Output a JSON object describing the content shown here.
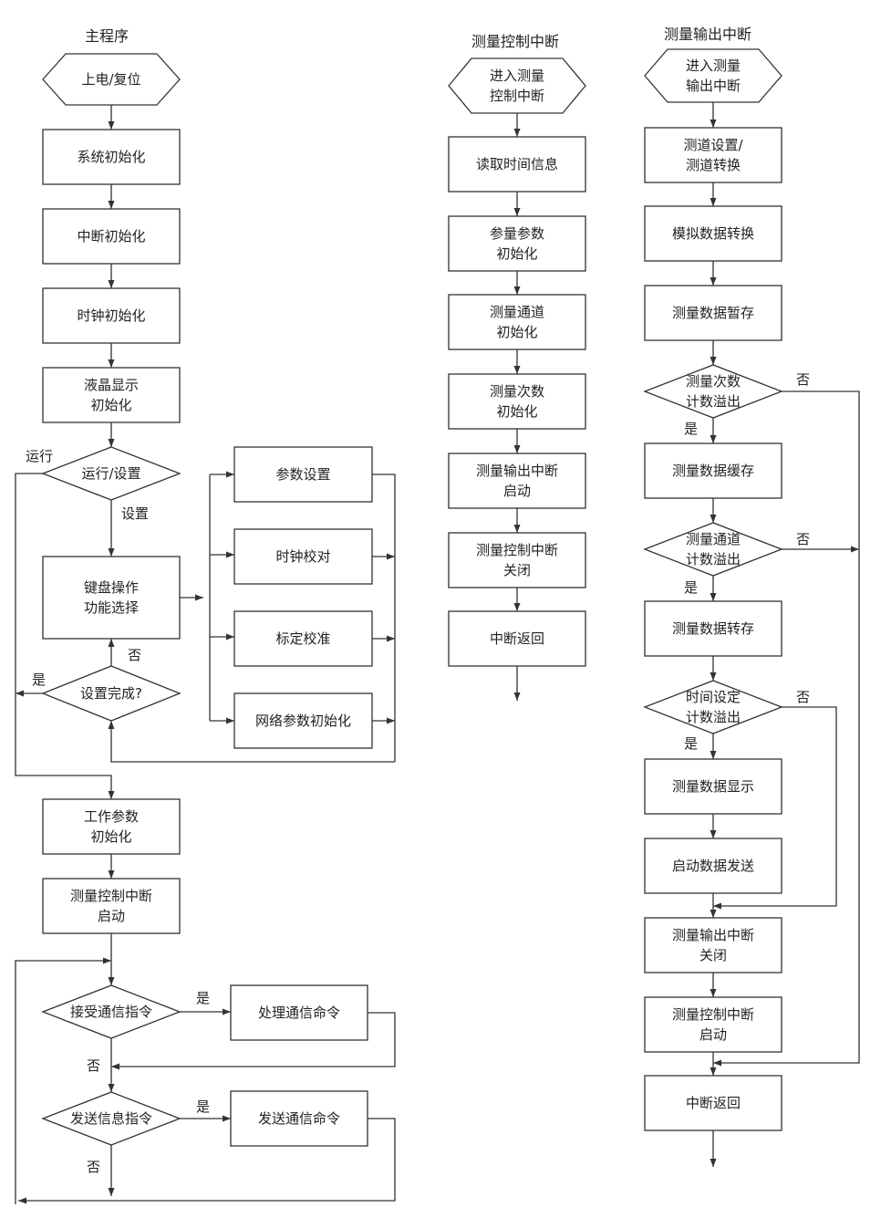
{
  "titles": {
    "main": "主程序",
    "ctrl": "测量控制中断",
    "out": "测量输出中断"
  },
  "main": {
    "power_on": "上电/复位",
    "sys_init": "系统初始化",
    "int_init": "中断初始化",
    "clock_init": [
      "时钟初始化"
    ],
    "lcd_init": [
      "液晶显示",
      "初始化"
    ],
    "run_set": "运行/设置",
    "kbd": [
      "键盘操作",
      "功能选择"
    ],
    "set_done": "设置完成?",
    "param_set": "参数设置",
    "clock_adj": "时钟校对",
    "calib": "标定校准",
    "net_init": "网络参数初始化",
    "work_init": [
      "工作参数",
      "初始化"
    ],
    "ctrl_start": [
      "测量控制中断",
      "启动"
    ],
    "recv_cmd": "接受通信指令",
    "proc_cmd": "处理通信命令",
    "send_info": "发送信息指令",
    "send_cmd": "发送通信命令",
    "lbl_run": "运行",
    "lbl_set": "设置",
    "lbl_no1": "否",
    "lbl_yes1": "是",
    "lbl_yes2": "是",
    "lbl_no2": "否",
    "lbl_yes3": "是",
    "lbl_no3": "否"
  },
  "ctrl": {
    "enter": [
      "进入测量",
      "控制中断"
    ],
    "read_time": "读取时间信息",
    "param_init": [
      "参量参数",
      "初始化"
    ],
    "chan_init": [
      "测量通道",
      "初始化"
    ],
    "count_init": [
      "测量次数",
      "初始化"
    ],
    "out_start": [
      "测量输出中断",
      "启动"
    ],
    "ctrl_close": [
      "测量控制中断",
      "关闭"
    ],
    "ret": "中断返回"
  },
  "out": {
    "enter": [
      "进入测量",
      "输出中断"
    ],
    "chan_set": [
      "测道设置/",
      "测道转换"
    ],
    "adc": "模拟数据转换",
    "tmp": "测量数据暂存",
    "cnt_ovf": [
      "测量次数",
      "计数溢出"
    ],
    "buf": "测量数据缓存",
    "chan_ovf": [
      "测量通道",
      "计数溢出"
    ],
    "xfer": "测量数据转存",
    "time_ovf": [
      "时间设定",
      "计数溢出"
    ],
    "disp": "测量数据显示",
    "send": "启动数据发送",
    "out_close": [
      "测量输出中断",
      "关闭"
    ],
    "ctrl_start": [
      "测量控制中断",
      "启动"
    ],
    "ret": "中断返回",
    "lbl_no1": "否",
    "lbl_yes1": "是",
    "lbl_no2": "否",
    "lbl_yes2": "是",
    "lbl_no3": "否",
    "lbl_yes3": "是"
  }
}
